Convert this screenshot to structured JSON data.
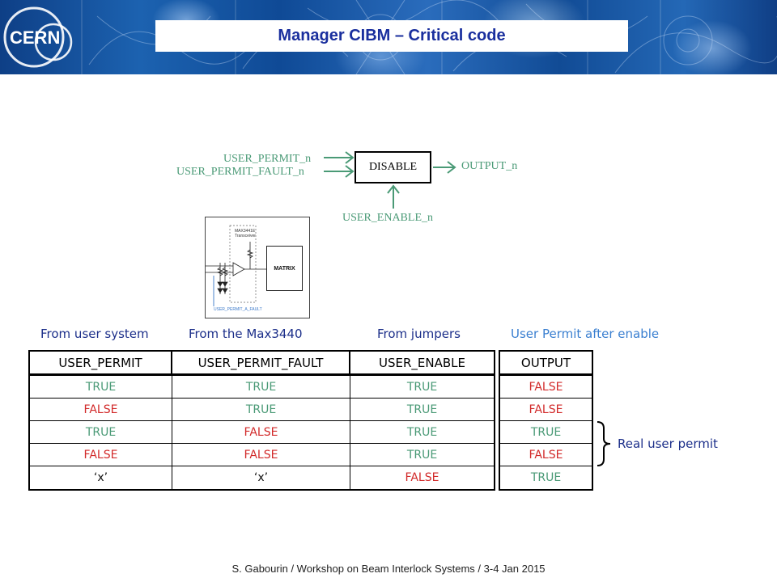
{
  "slide": {
    "title": "Manager CIBM – Critical code",
    "footer": "S. Gabourin / Workshop on Beam Interlock Systems / 3-4 Jan 2015",
    "logo_text": "CERN"
  },
  "diagram": {
    "inputs": [
      "USER_PERMIT_n",
      "USER_PERMIT_FAULT_n"
    ],
    "block_label": "DISABLE",
    "output": "OUTPUT_n",
    "enable": "USER_ENABLE_n"
  },
  "schematic": {
    "transceiver_line1": "MAX3441E",
    "transceiver_line2": "Transceiver",
    "matrix_label": "MATRIX",
    "fault_label": "USER_PERMIT_A_FAULT"
  },
  "column_sources": [
    "From user system",
    "From the Max3440",
    "From jumpers",
    "User Permit after enable"
  ],
  "table": {
    "headers": [
      "USER_PERMIT",
      "USER_PERMIT_FAULT",
      "USER_ENABLE",
      "OUTPUT"
    ],
    "rows": [
      [
        "TRUE",
        "TRUE",
        "TRUE",
        "FALSE"
      ],
      [
        "FALSE",
        "TRUE",
        "TRUE",
        "FALSE"
      ],
      [
        "TRUE",
        "FALSE",
        "TRUE",
        "TRUE"
      ],
      [
        "FALSE",
        "FALSE",
        "TRUE",
        "FALSE"
      ],
      [
        "‘x’",
        "‘x’",
        "FALSE",
        "TRUE"
      ]
    ]
  },
  "note": "Real user permit",
  "colors": {
    "title": "#1a2f9e",
    "true_value": "#4a9a76",
    "false_value": "#d22a2a",
    "heading": "#1c2f8a",
    "heading_highlight": "#3a7fd0"
  },
  "icons": [
    "cern-logo-icon",
    "right-arrow-icon",
    "up-arrow-icon",
    "curly-brace-icon"
  ]
}
